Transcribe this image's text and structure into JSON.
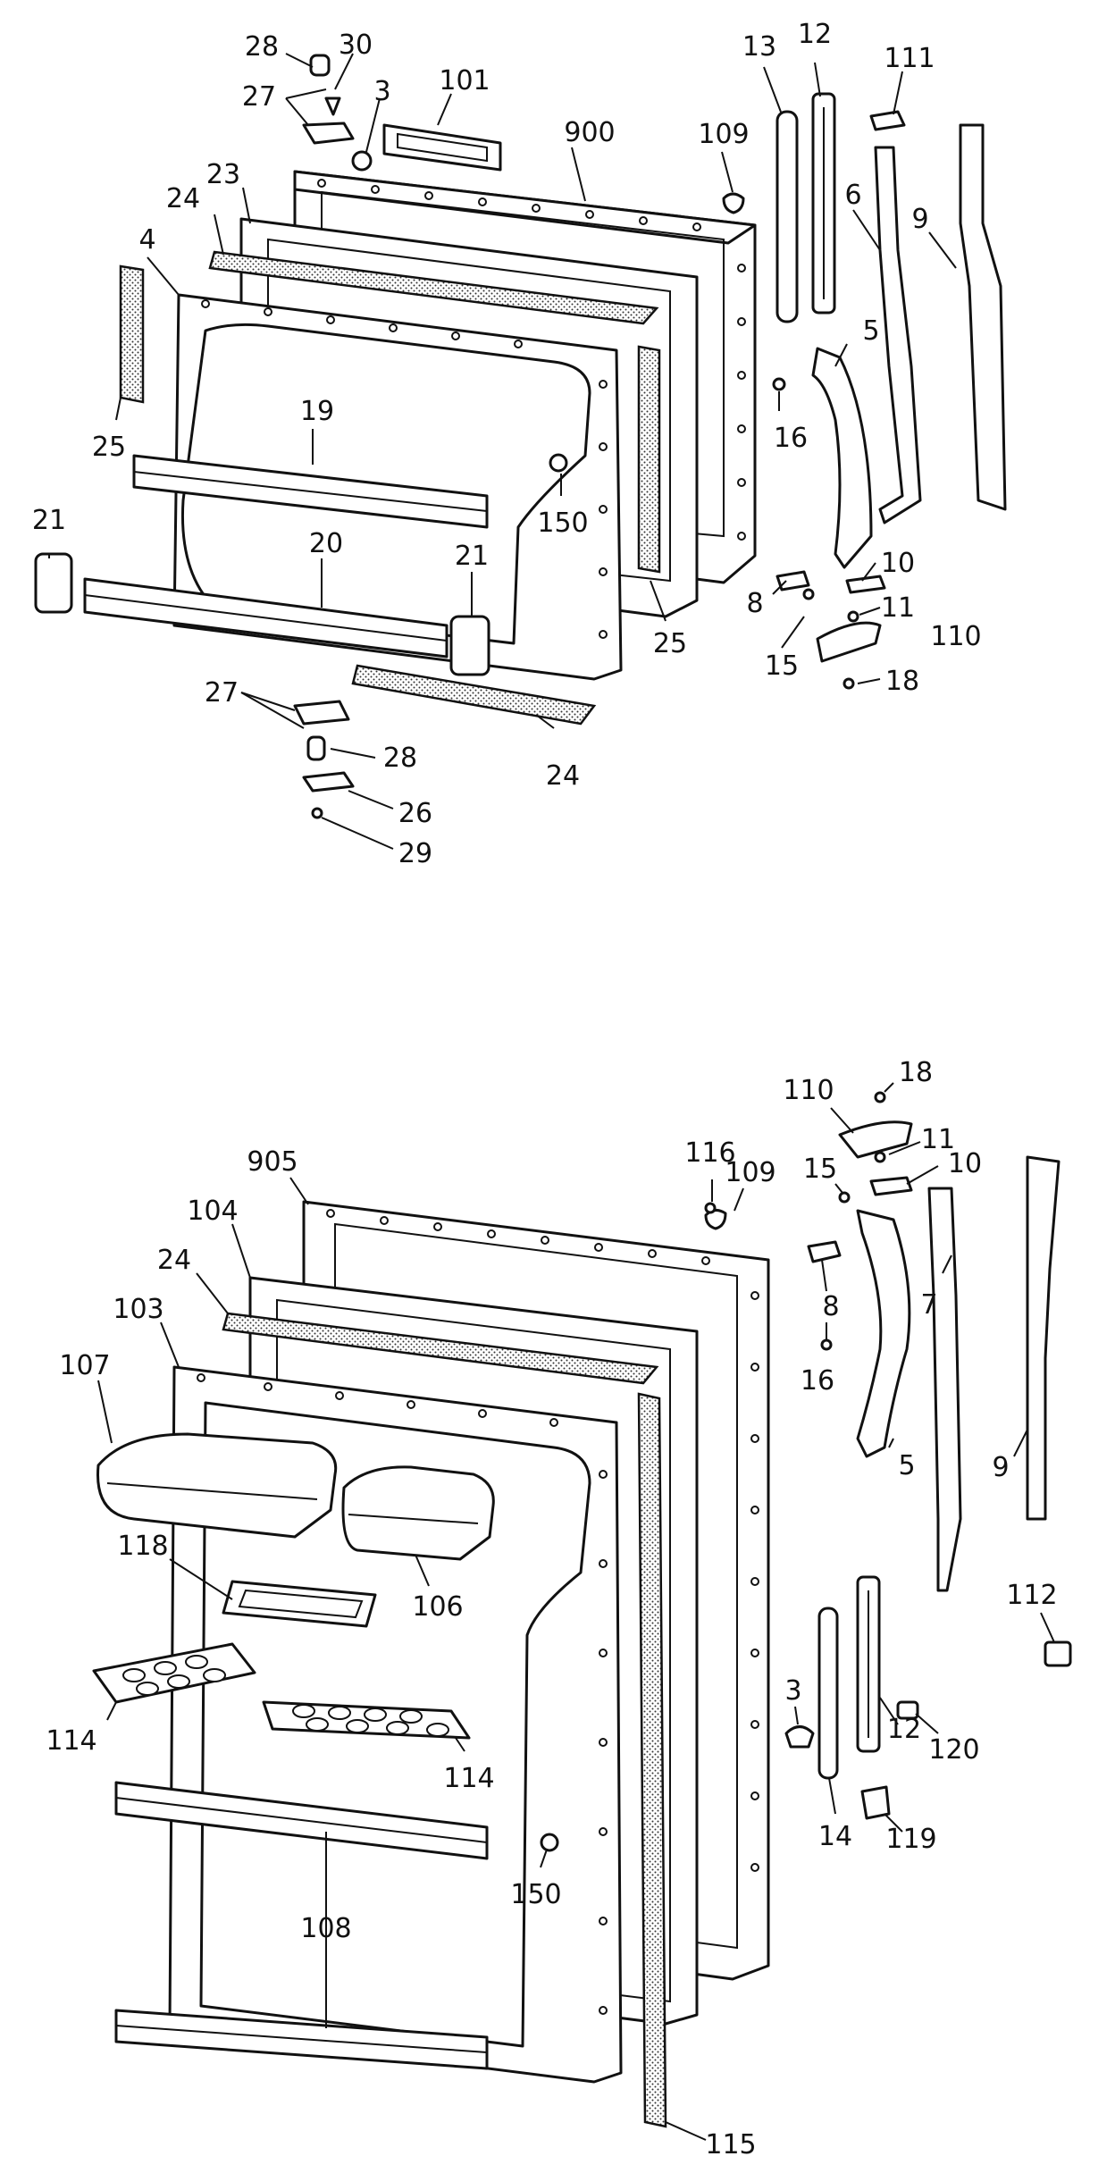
{
  "top_labels": [
    "28",
    "30",
    "27",
    "3",
    "101",
    "900",
    "109",
    "13",
    "12",
    "111",
    "23",
    "24",
    "4",
    "6",
    "9",
    "5",
    "16",
    "25",
    "19",
    "150",
    "21",
    "21",
    "20",
    "25",
    "10",
    "8",
    "11",
    "110",
    "15",
    "18",
    "27",
    "28",
    "24",
    "26",
    "29"
  ],
  "bottom_labels": [
    "110",
    "18",
    "11",
    "10",
    "15",
    "116",
    "109",
    "905",
    "104",
    "24",
    "103",
    "107",
    "8",
    "7",
    "16",
    "118",
    "106",
    "5",
    "9",
    "114",
    "114",
    "12",
    "112",
    "3",
    "120",
    "150",
    "14",
    "119",
    "108",
    "115"
  ]
}
